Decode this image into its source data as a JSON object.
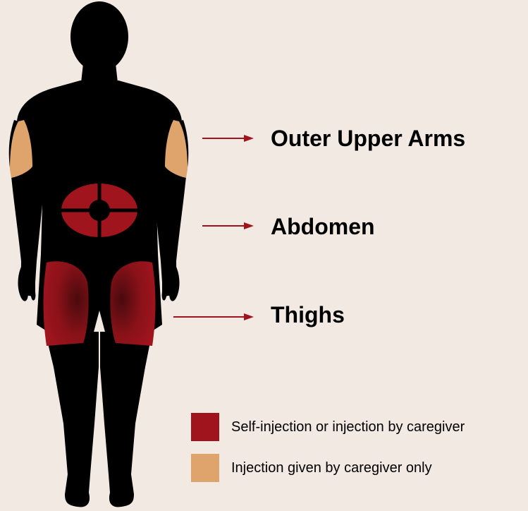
{
  "labels": {
    "arms": "Outer Upper Arms",
    "abdomen": "Abdomen",
    "thighs": "Thighs"
  },
  "legend": [
    {
      "label": "Self-injection or injection by caregiver",
      "color": "#a0141e"
    },
    {
      "label": "Injection given by caregiver only",
      "color": "#dfa46b"
    }
  ],
  "colors": {
    "background": "#f2e9e3",
    "silhouette": "#000000",
    "arrow": "#a0141e"
  }
}
